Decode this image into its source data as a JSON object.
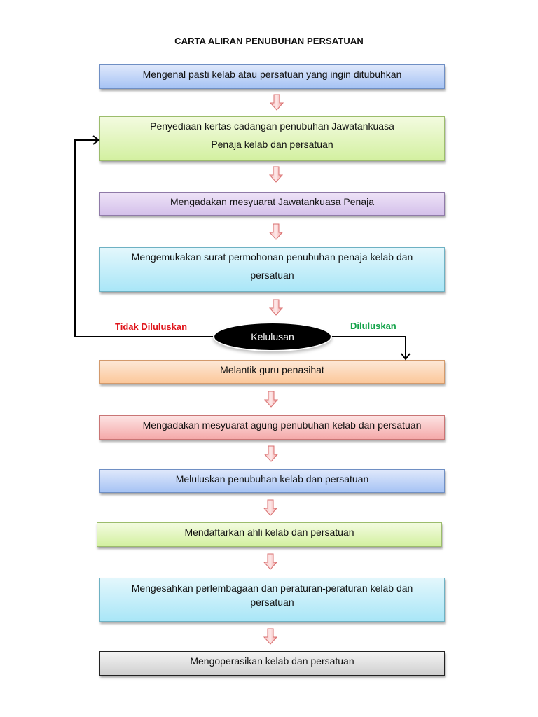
{
  "title": "CARTA ALIRAN PENUBUHAN PERSATUAN",
  "steps": [
    {
      "text": "Mengenal pasti kelab atau persatuan yang ingin ditubuhkan",
      "color": "blue"
    },
    {
      "text": "Penyediaan kertas cadangan penubuhan Jawatankuasa Penaja kelab dan persatuan",
      "color": "green"
    },
    {
      "text": "Mengadakan mesyuarat Jawatankuasa Penaja",
      "color": "purple"
    },
    {
      "text": "Mengemukakan surat permohonan penubuhan penaja kelab dan persatuan",
      "color": "cyan"
    },
    {
      "text": "Melantik guru penasihat",
      "color": "orange"
    },
    {
      "text": "Mengadakan mesyuarat agung penubuhan kelab dan persatuan",
      "color": "red"
    },
    {
      "text": "Meluluskan penubuhan kelab dan persatuan",
      "color": "blue"
    },
    {
      "text": "Mendaftarkan ahli kelab dan persatuan",
      "color": "green"
    },
    {
      "text": "Mengesahkan perlembagaan dan peraturan-peraturan kelab dan persatuan",
      "color": "cyan"
    },
    {
      "text": "Mengoperasikan kelab dan persatuan",
      "color": "gray"
    }
  ],
  "decision": {
    "label": "Kelulusan",
    "no_label": "Tidak Diluluskan",
    "yes_label": "Diluluskan",
    "no_color": "#e0161c",
    "yes_color": "#14a34a"
  },
  "arrow_icon": "down-arrow-icon"
}
